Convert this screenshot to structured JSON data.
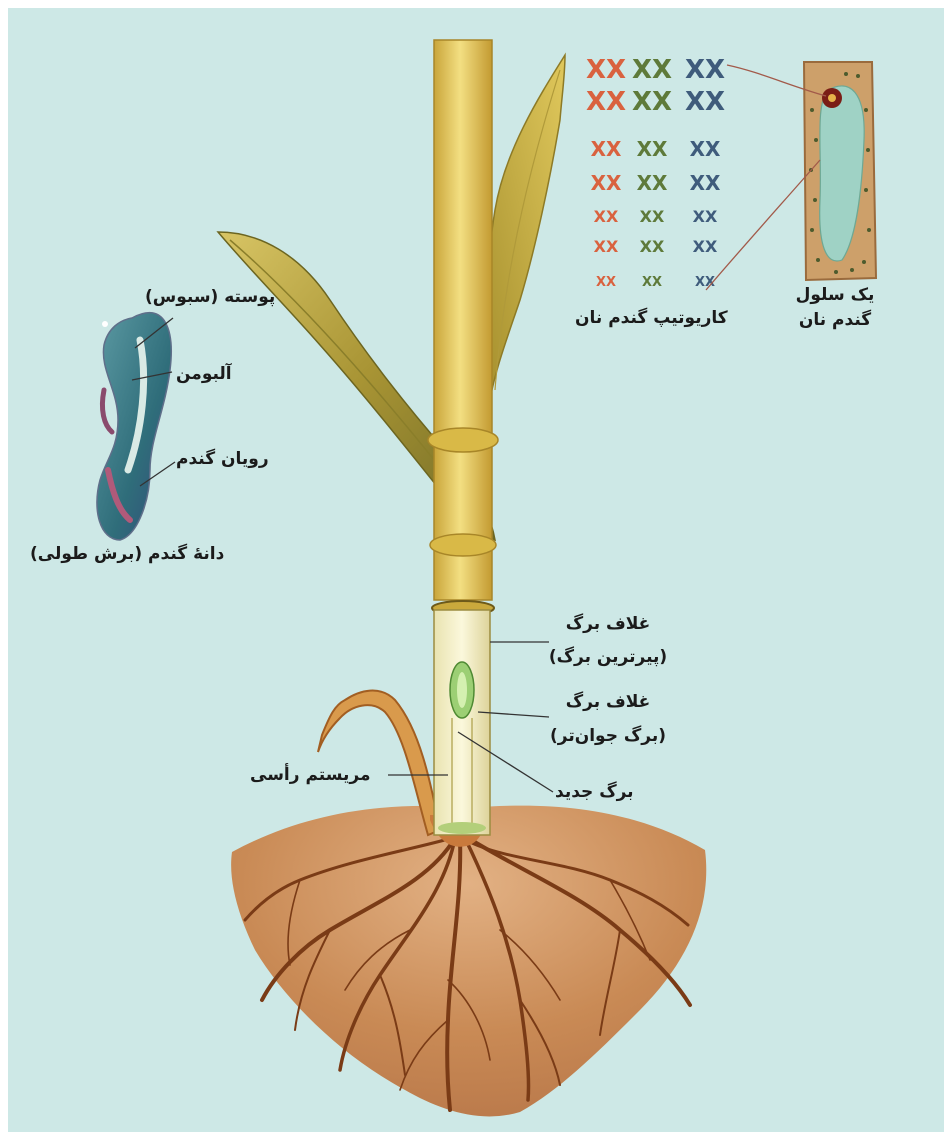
{
  "labels": {
    "husk": "پوسته (سبوس)",
    "endosperm": "آلبومن",
    "embryo": "رویان گندم",
    "grain_title": "دانهٔ گندم (برش طولی)",
    "karyotype": "کاریوتیپ گندم نان",
    "cell_line1": "یک سلول",
    "cell_line2": "گندم نان",
    "sheath_old_line1": "غلاف برگ",
    "sheath_old_line2": "(پیرترین برگ)",
    "sheath_young_line1": "غلاف برگ",
    "sheath_young_line2": "(برگ جوان‌تر)",
    "new_leaf": "برگ جدید",
    "apical_meristem": "مریستم رأسی"
  },
  "karyotype": {
    "symbol": "XX",
    "rows": 7,
    "columns": 3,
    "colors": [
      "#d9623f",
      "#5e7a3a",
      "#3f5c7c"
    ]
  },
  "colors": {
    "background": "#cde8e6",
    "stem": "#e7c95a",
    "leaf": "#c9b34a",
    "soil": "#c98a55",
    "root": "#7a3b16",
    "grain": "#3d7c86",
    "cell": "#c9a068"
  }
}
